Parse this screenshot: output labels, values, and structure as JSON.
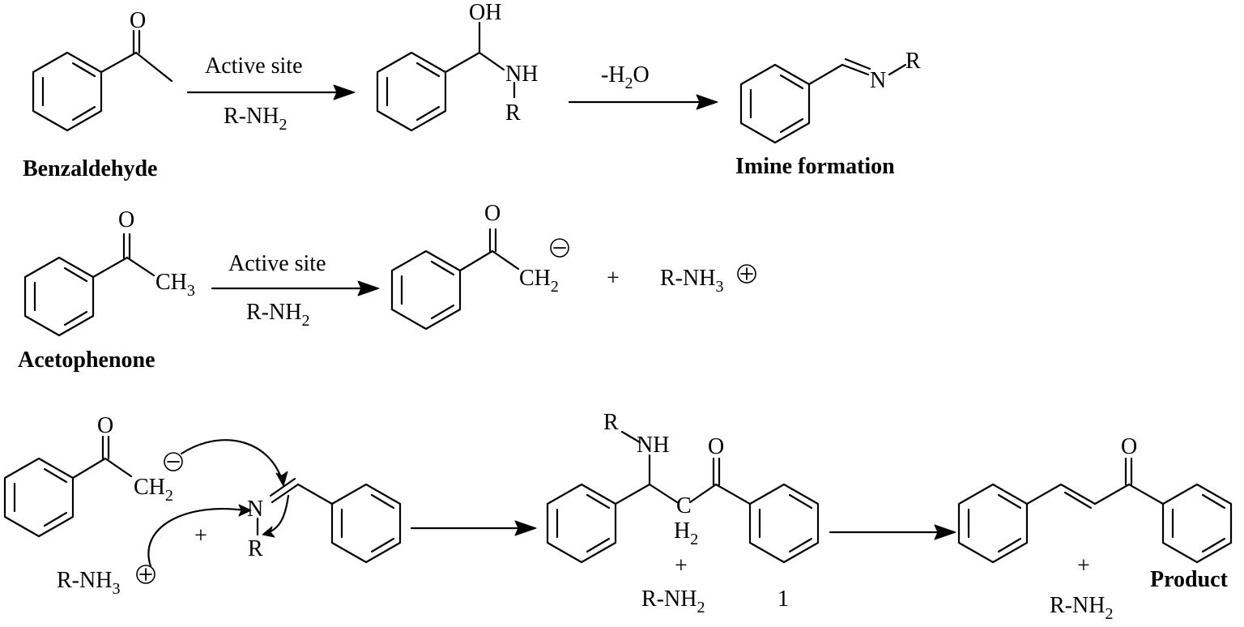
{
  "row1": {
    "reactant_label": "Benzaldehyde",
    "reagent_top": "Active site",
    "reagent_bottom": {
      "main": "R-NH",
      "sub": "2"
    },
    "intermediate_atoms": {
      "oh": "OH",
      "nh": "NH",
      "r": "R"
    },
    "step2": {
      "prefix": "-H",
      "sub": "2",
      "suffix": "O"
    },
    "product_atoms": {
      "n": "N",
      "r": "R"
    },
    "product_label": "Imine formation",
    "carbonyl_o": "O"
  },
  "row2": {
    "reactant_label": "Acetophenone",
    "reactant_atoms": {
      "o": "O",
      "ch3_main": "CH",
      "ch3_sub": "3"
    },
    "reagent_top": "Active site",
    "reagent_bottom": {
      "main": "R-NH",
      "sub": "2"
    },
    "enolate_atoms": {
      "o": "O",
      "ch2_main": "CH",
      "ch2_sub": "2"
    },
    "plus": "+",
    "ammonium": {
      "main": "R-NH",
      "sub": "3"
    }
  },
  "row3": {
    "enolate_atoms": {
      "o": "O",
      "ch2_main": "CH",
      "ch2_sub": "2"
    },
    "plus": "+",
    "ammonium": {
      "main": "R-NH",
      "sub": "3"
    },
    "imine_atoms": {
      "n": "N",
      "r": "R"
    },
    "adduct_atoms": {
      "r": "R",
      "nh": "NH",
      "o": "O",
      "c": "C",
      "h2_main": "H",
      "h2_sub": "2"
    },
    "adduct_plus": "+",
    "adduct_amine": {
      "main": "R-NH",
      "sub": "2"
    },
    "adduct_number": "1",
    "product_o": "O",
    "product_plus": "+",
    "product_amine": {
      "main": "R-NH",
      "sub": "2"
    },
    "product_label": "Product"
  }
}
